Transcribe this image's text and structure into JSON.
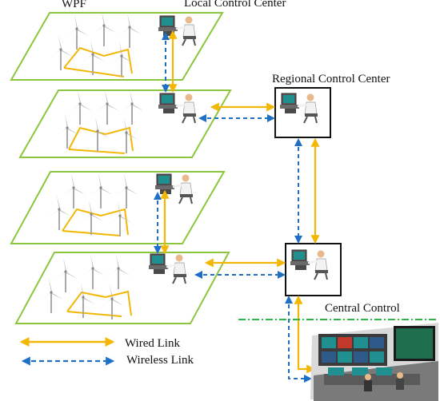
{
  "labels": {
    "wpf": "WPF",
    "local_control_center": "Local Control Center",
    "regional_control_center": "Regional Control Center",
    "central_control": "Central Control"
  },
  "legend": {
    "wired": "Wired Link",
    "wireless": "Wireless Link"
  },
  "colors": {
    "wired": "#f2b705",
    "wireless": "#1f6fc5",
    "platform": "#8cc63f",
    "divider": "#2db34a",
    "turbine": "#b8b8b8",
    "monitor": "#1f8f8f",
    "room_floor": "#6e6e6e"
  }
}
